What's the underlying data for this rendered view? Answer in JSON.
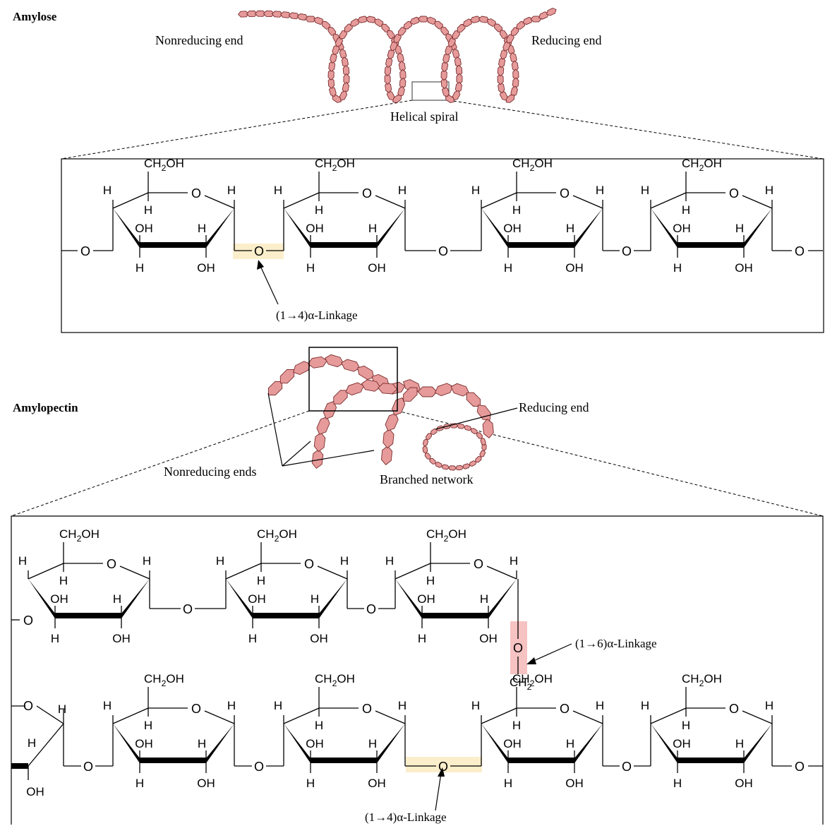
{
  "amylose": {
    "title": "Amylose",
    "nonreducing_end": "Nonreducing end",
    "reducing_end": "Reducing end",
    "helical_spiral": "Helical spiral",
    "linkage": "(1→4)α-Linkage"
  },
  "amylopectin": {
    "title": "Amylopectin",
    "reducing_end": "Reducing end",
    "nonreducing_ends": "Nonreducing ends",
    "branched_network": "Branched network",
    "linkage_16": "(1→6)α-Linkage",
    "linkage_14": "(1→4)α-Linkage"
  },
  "atoms": {
    "ch2oh_main": "CH",
    "ch2oh_sub": "2",
    "ch2oh_tail": "OH",
    "ring_o": "O",
    "h": "H",
    "oh": "OH",
    "bridge_o": "O",
    "ch2_main": "CH",
    "ch2_sub": "2"
  },
  "colors": {
    "bead_fill": "#e69a9a",
    "bead_stroke": "#7a2c2c",
    "linkage_14_highlight": "#fbeecb",
    "linkage_16_highlight": "#f7c2c2",
    "line": "#000000"
  }
}
